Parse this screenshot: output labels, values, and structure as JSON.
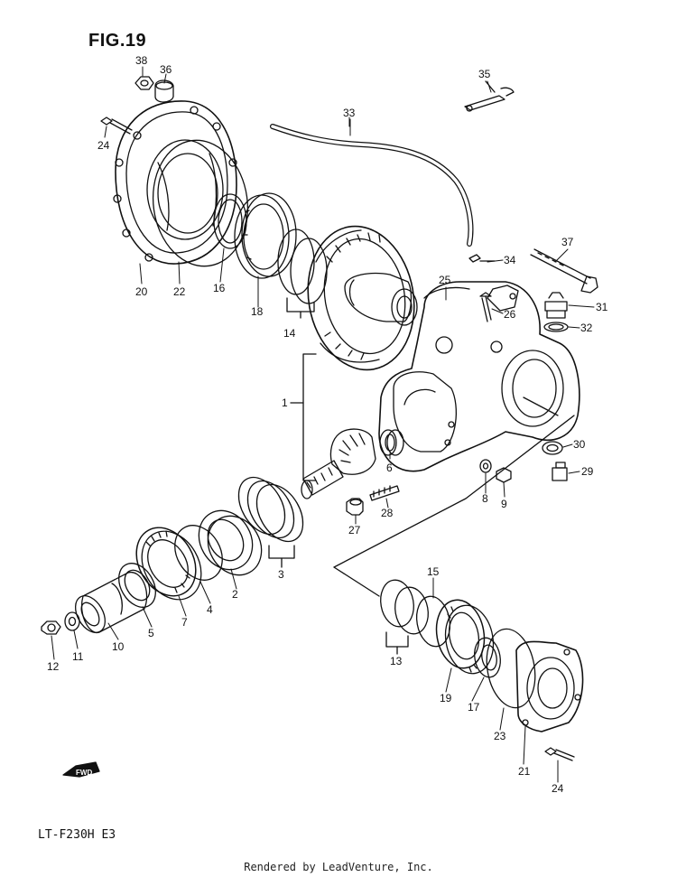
{
  "figure": {
    "title": "FIG.19",
    "model_code": "LT-F230H E3",
    "credit": "Rendered by LeadVenture, Inc.",
    "direction_label": "FWD"
  },
  "callouts": [
    "38",
    "36",
    "24",
    "20",
    "22",
    "16",
    "18",
    "14",
    "33",
    "35",
    "37",
    "34",
    "25",
    "26",
    "31",
    "32",
    "1",
    "30",
    "29",
    "6",
    "8",
    "9",
    "28",
    "27",
    "3",
    "2",
    "4",
    "7",
    "5",
    "10",
    "11",
    "12",
    "15",
    "13",
    "19",
    "17",
    "23",
    "21",
    "24"
  ]
}
